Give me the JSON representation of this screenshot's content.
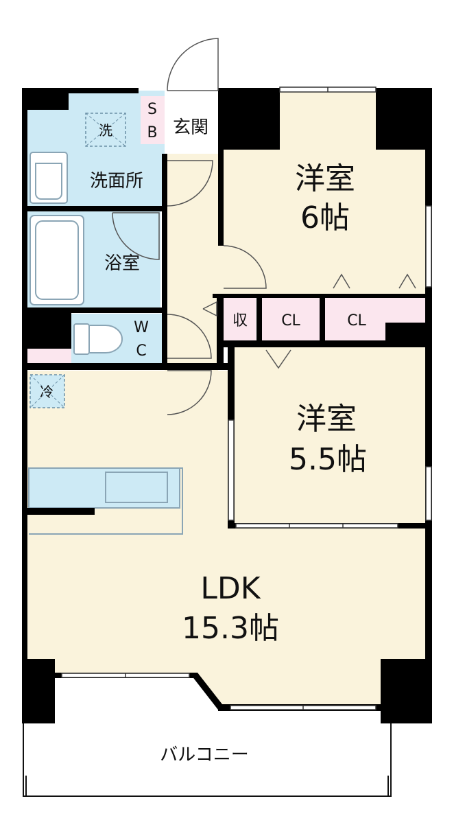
{
  "colors": {
    "wall": "#000000",
    "room_floor": "#faf3dc",
    "wet_area": "#cdeaf5",
    "storage": "#fbe6ee",
    "fixture_stroke": "#8aa5b5"
  },
  "rooms": {
    "western_6": {
      "name": "洋室",
      "size": "6帖"
    },
    "western_5_5": {
      "name": "洋室",
      "size": "5.5帖"
    },
    "ldk": {
      "name": "LDK",
      "size": "15.3帖"
    },
    "entrance": {
      "label": "玄関"
    },
    "shoe_box": {
      "top": "S",
      "bottom": "B"
    },
    "washroom": {
      "label": "洗面所"
    },
    "bathroom": {
      "label": "浴室"
    },
    "toilet": {
      "top": "W",
      "bottom": "C"
    },
    "balcony": {
      "label": "バルコニー"
    }
  },
  "storage": {
    "closet_storage": "収",
    "closet_a": "CL",
    "closet_b": "CL"
  },
  "fixtures": {
    "washer": "洗",
    "fridge": "冷"
  }
}
